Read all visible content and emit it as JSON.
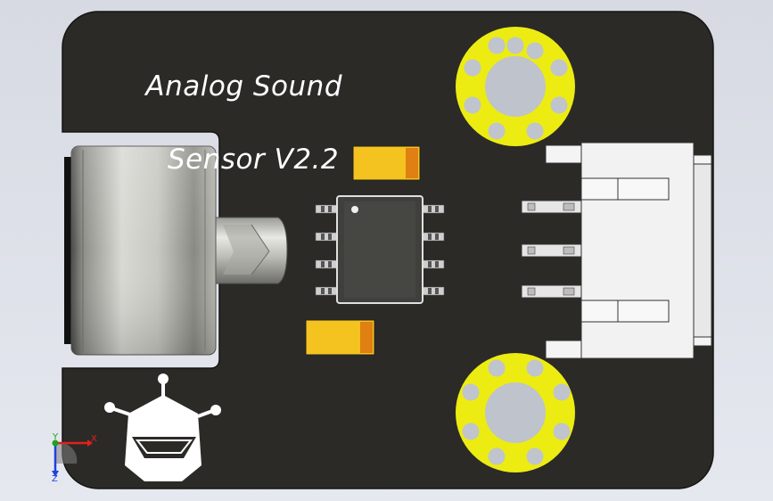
{
  "board": {
    "title_line1": "Analog Sound",
    "title_line2": "Sensor V2.2"
  },
  "triad": {
    "x_label": "X",
    "y_label": "Y",
    "z_label": "Z"
  },
  "colors": {
    "background": "#dfe2ea",
    "pcb": "#2b2a27",
    "silkscreen": "#ffffff",
    "pad_gold": "#eaea10",
    "capacitor_body": "#f5c31f",
    "capacitor_band": "#e07f12",
    "ic_body": "#3f3f3b",
    "connector_housing": "#f2f2f2",
    "axis_x": "#e02020",
    "axis_y": "#20a020",
    "axis_z": "#2040e0"
  },
  "icons": [
    "microphone-icon",
    "robot-logo-icon",
    "axis-triad-icon"
  ]
}
